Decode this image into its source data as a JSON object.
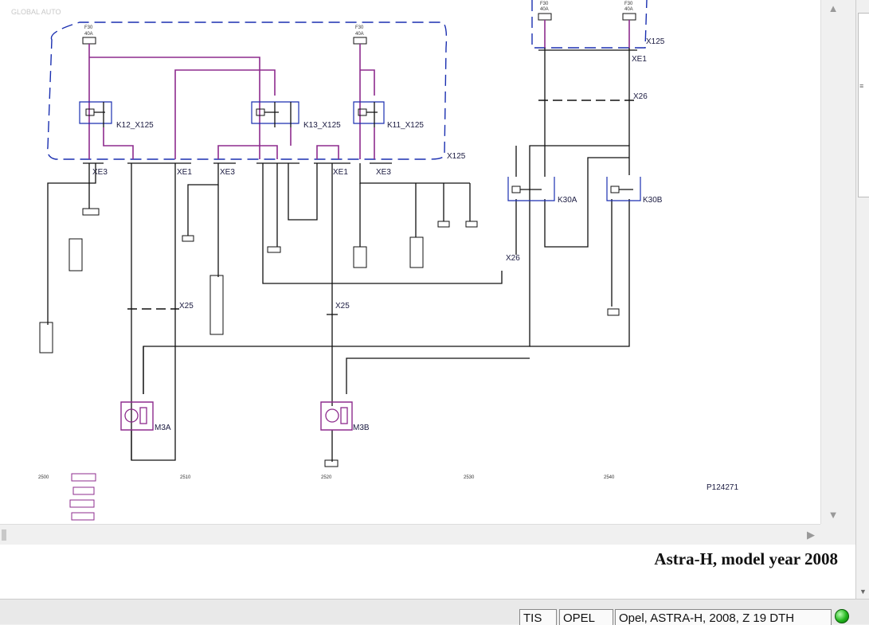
{
  "window": {
    "caption": "Astra-H, model year 2008",
    "watermark": "GLOBAL AUTO"
  },
  "diagram": {
    "sheet_id": "P124271",
    "connector_labels": {
      "x125_top": "X125",
      "x125_right": "X125",
      "xe1_top": "XE1",
      "x26_top": "X26",
      "xe3_a": "XE3",
      "xe1_a": "XE1",
      "xe3_b": "XE3",
      "xe1_b": "XE1",
      "xe3_c": "XE3",
      "x26_mid": "X26",
      "x25_a": "X25",
      "x25_b": "X25"
    },
    "component_labels": {
      "k12": "K12_X125",
      "k13": "K13_X125",
      "k11": "K11_X125",
      "k30a": "K30A",
      "k30b": "K30B",
      "m3a": "M3A",
      "m3b": "M3B"
    },
    "ruler": {
      "marks": [
        {
          "label": "2500"
        },
        {
          "label": "2510"
        },
        {
          "label": "2520"
        },
        {
          "label": "2530"
        },
        {
          "label": "2540"
        }
      ]
    }
  },
  "statusbar": {
    "cells": [
      "TIS",
      "OPEL",
      "Opel, ASTRA-H, 2008, Z 19 DTH"
    ],
    "indicator_color": "#21b51c"
  },
  "colors": {
    "wire": "#111111",
    "internal_wire": "#8d2b8d",
    "module_boundary": "#1a2fb0"
  }
}
